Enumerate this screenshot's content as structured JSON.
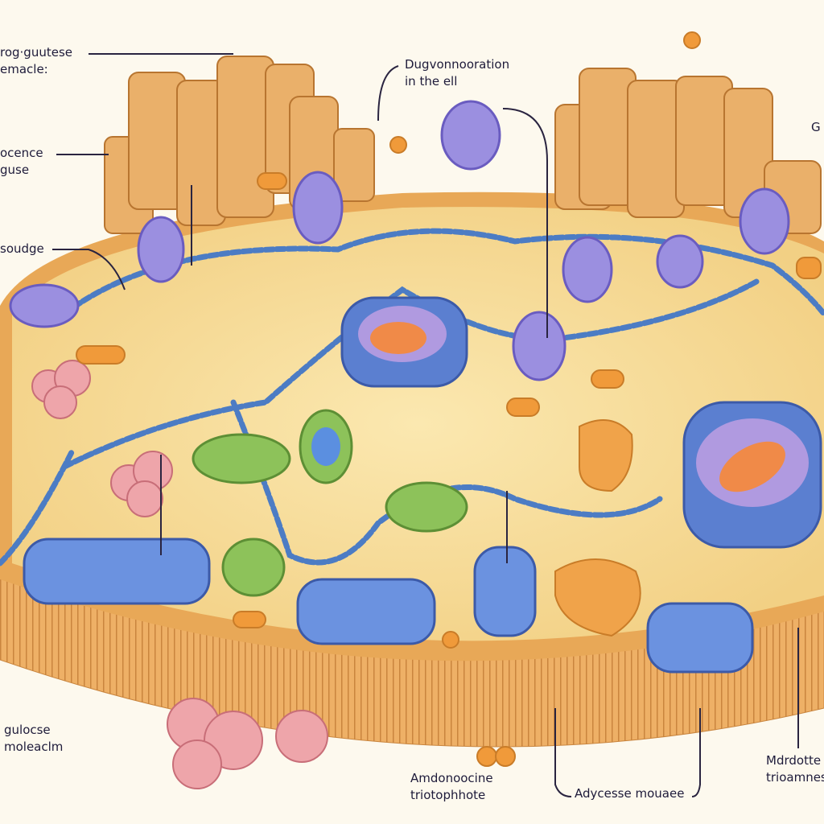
{
  "labels": {
    "top_left": {
      "line1": "rog·guutese",
      "line2": "emacle:"
    },
    "mid_left": {
      "line1": "ocence",
      "line2": "guse"
    },
    "left": {
      "line1": "soudge"
    },
    "top_center": {
      "line1": "Dugvonnooration",
      "line2": "in  the ell"
    },
    "top_right": {
      "line1": "G"
    },
    "bottom_left": {
      "line1": "gulocse",
      "line2": "moleaclm"
    },
    "bottom_center": {
      "line1": "Amdonoocine",
      "line2": "triotophhote"
    },
    "bottom_center_right": {
      "line1": "Adycesse mouaee"
    },
    "bottom_right": {
      "line1": "Mdrdotte",
      "line2": "trioamnes"
    }
  },
  "colors": {
    "background": "#fdf9ee",
    "cytoplasm": "#f6dd92",
    "membrane": "#e8a857",
    "organelle_purple": "#9b8fe0",
    "mitochondria_blue": "#5b7fd0",
    "green": "#8dc25a",
    "orange": "#f09a3a",
    "pink": "#eea5aa",
    "label_text": "#1e1b3a"
  }
}
